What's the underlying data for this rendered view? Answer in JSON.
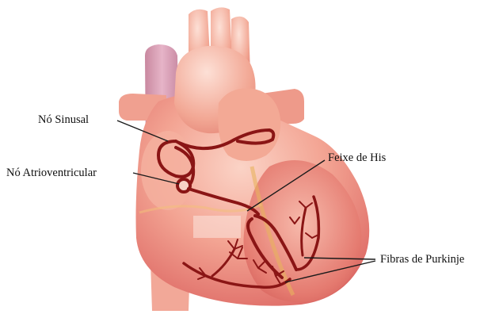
{
  "diagram": {
    "subject": "heart conduction system",
    "labels": {
      "sinoatrial": "Nó Sinusal",
      "atrioventricular": "Nó Atrioventricular",
      "his_bundle": "Feixe de His",
      "purkinje": "Fibras de Purkinje"
    },
    "colors": {
      "background": "#ffffff",
      "heart_light": "#f6b1a1",
      "heart_mid": "#ec8a7a",
      "heart_dark": "#d35f55",
      "vessel_blue": "#d8a0b8",
      "conduction": "#8a1515",
      "leader_line": "#1a1a1a"
    }
  }
}
